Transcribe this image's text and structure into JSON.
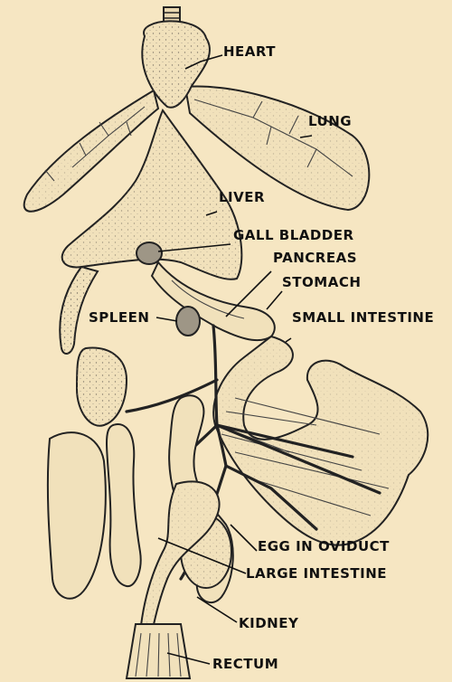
{
  "labels": {
    "heart": "HEART",
    "lung": "LUNG",
    "liver": "LIVER",
    "gall_bladder": "GALL BLADDER",
    "pancreas": "PANCREAS",
    "stomach": "STOMACH",
    "spleen": "SPLEEN",
    "small_intestine": "SMALL INTESTINE",
    "egg_in_oviduct": "EGG IN OVIDUCT",
    "large_intestine": "LARGE INTESTINE",
    "kidney": "KIDNEY",
    "rectum": "RECTUM"
  }
}
